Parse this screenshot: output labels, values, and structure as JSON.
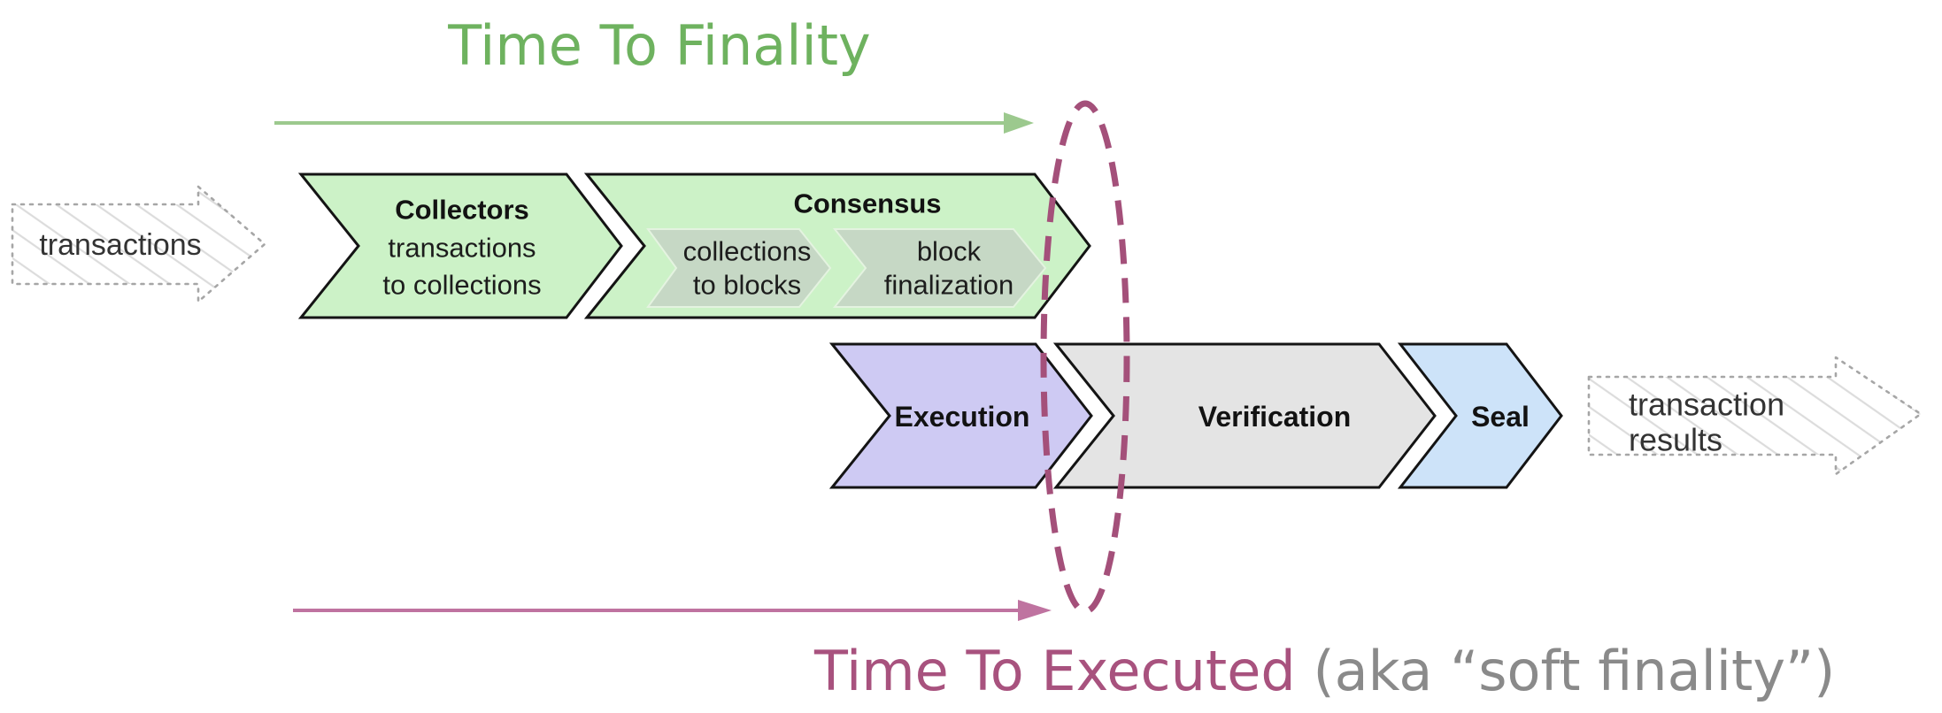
{
  "titles": {
    "finality": "Time To Finality",
    "executed": "Time To Executed",
    "executed_suffix": " (aka “soft finality”)"
  },
  "input_arrow": {
    "label": "transactions"
  },
  "output_arrow": {
    "line1": "transaction",
    "line2": "results"
  },
  "stages": {
    "collectors": {
      "title": "Collectors",
      "line1": "transactions",
      "line2": "to collections"
    },
    "consensus": {
      "title": "Consensus"
    },
    "sub_collections_to_blocks": {
      "line1": "collections",
      "line2": "to blocks"
    },
    "sub_block_finalization": {
      "line1": "block",
      "line2": "finalization"
    },
    "execution": {
      "title": "Execution"
    },
    "verification": {
      "title": "Verification"
    },
    "seal": {
      "title": "Seal"
    }
  },
  "colors": {
    "finality_text": "#6eb25f",
    "finality_arrow": "#9cc98e",
    "executed_text": "#a8527e",
    "executed_suffix_text": "#8a8a8a",
    "executed_arrow": "#bf73a0",
    "ellipse": "#a4507a",
    "outline": "#141414",
    "collectors_fill": "#ccf2c7",
    "consensus_fill": "#ccf2c7",
    "substage_fill": "#c6d8c5",
    "execution_fill": "#cecaf3",
    "verification_fill": "#e4e4e4",
    "seal_fill": "#cde3f9"
  }
}
